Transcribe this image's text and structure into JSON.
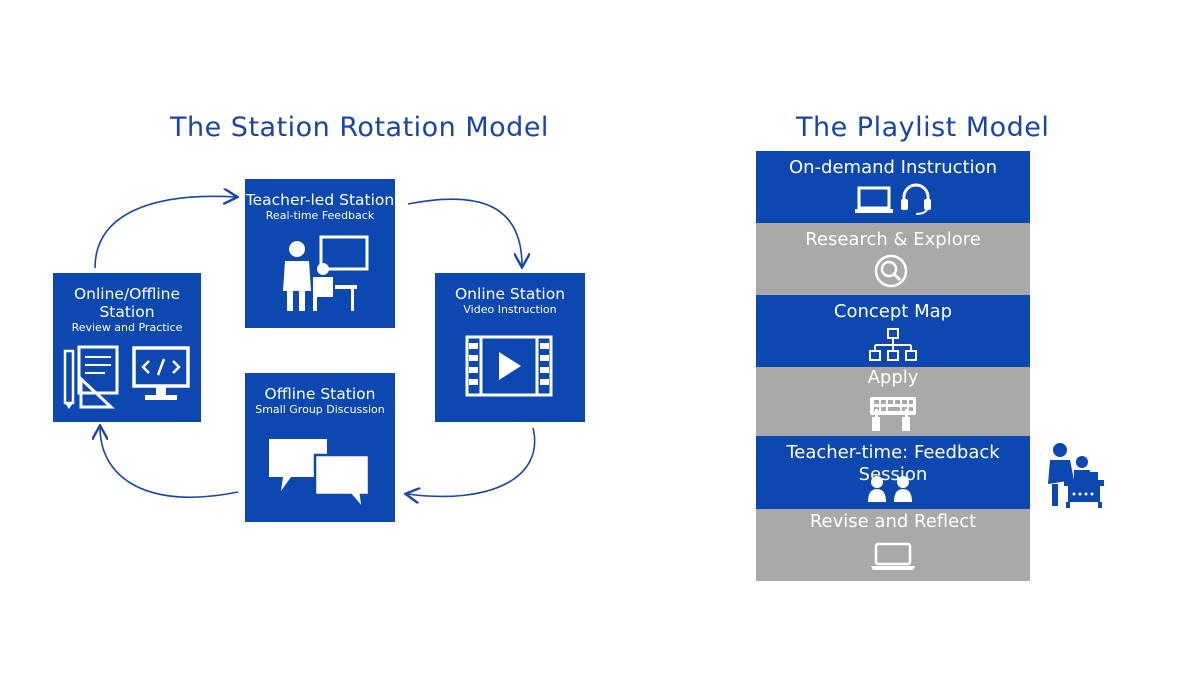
{
  "station_rotation": {
    "title": "The Station Rotation Model",
    "stations": [
      {
        "name": "Teacher-led Station",
        "sub": "Real-time Feedback"
      },
      {
        "name": "Online Station",
        "sub": "Video Instruction"
      },
      {
        "name": "Offline Station",
        "sub": "Small Group Discussion"
      },
      {
        "name": "Online/Offline Station",
        "sub": "Review and Practice"
      }
    ]
  },
  "playlist": {
    "title": "The Playlist Model",
    "bands": [
      {
        "label": "On-demand Instruction",
        "color": "#0d47b0"
      },
      {
        "label": "Research & Explore",
        "color": "#a9a9a9"
      },
      {
        "label": "Concept Map",
        "color": "#0d47b0"
      },
      {
        "label": "Apply",
        "color": "#a9a9a9"
      },
      {
        "label": "Teacher-time: Feedback Session",
        "color": "#0d47b0"
      },
      {
        "label": "Revise and Reflect",
        "color": "#a9a9a9"
      }
    ]
  },
  "colors": {
    "primary": "#0d47b0",
    "secondary": "#a9a9a9",
    "title": "#1a44a8"
  }
}
